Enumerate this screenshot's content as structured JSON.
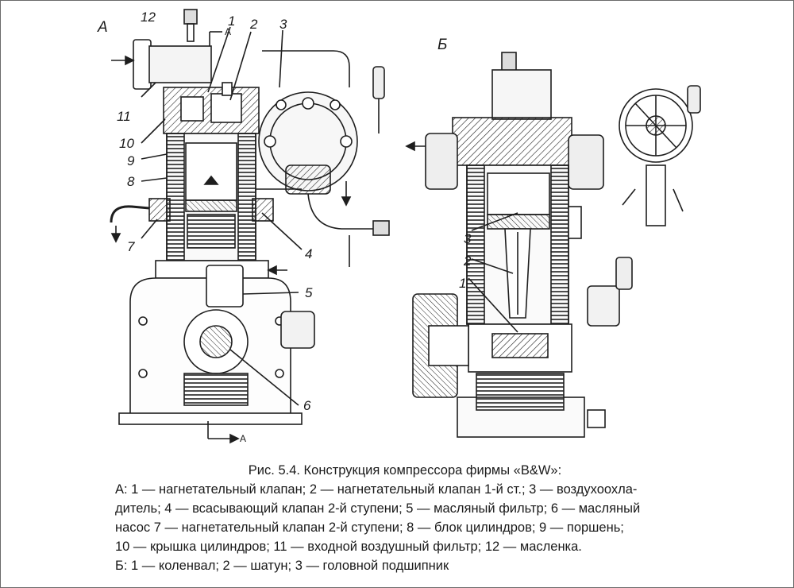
{
  "drawing": {
    "view_a_letter": "А",
    "view_b_letter": "Б",
    "labels_a": {
      "n1": "1",
      "n2": "2",
      "n3": "3",
      "n4": "4",
      "n5": "5",
      "n6": "6",
      "n7": "7",
      "n8": "8",
      "n9": "9",
      "n10": "10",
      "n11": "11",
      "n12": "12"
    },
    "labels_b": {
      "n1": "1",
      "n2": "2",
      "n3": "3"
    },
    "section_mark": "A"
  },
  "caption": {
    "title": "Рис. 5.4. Конструкция компрессора фирмы «B&W»:",
    "lines": [
      "А: 1 — нагнетательный клапан; 2 — нагнетательный клапан 1-й ст.; 3 — воздухоохла-",
      "дитель; 4 — всасывающий клапан 2-й ступени; 5 — масляный фильтр; 6 — масляный",
      "насос 7 — нагнетательный клапан 2-й ступени; 8 — блок цилиндров; 9 — поршень;",
      "10 — крышка цилиндров; 11 — входной воздушный фильтр; 12 — масленка.",
      "Б: 1 — коленвал; 2 — шатун; 3 — головной подшипник"
    ]
  }
}
